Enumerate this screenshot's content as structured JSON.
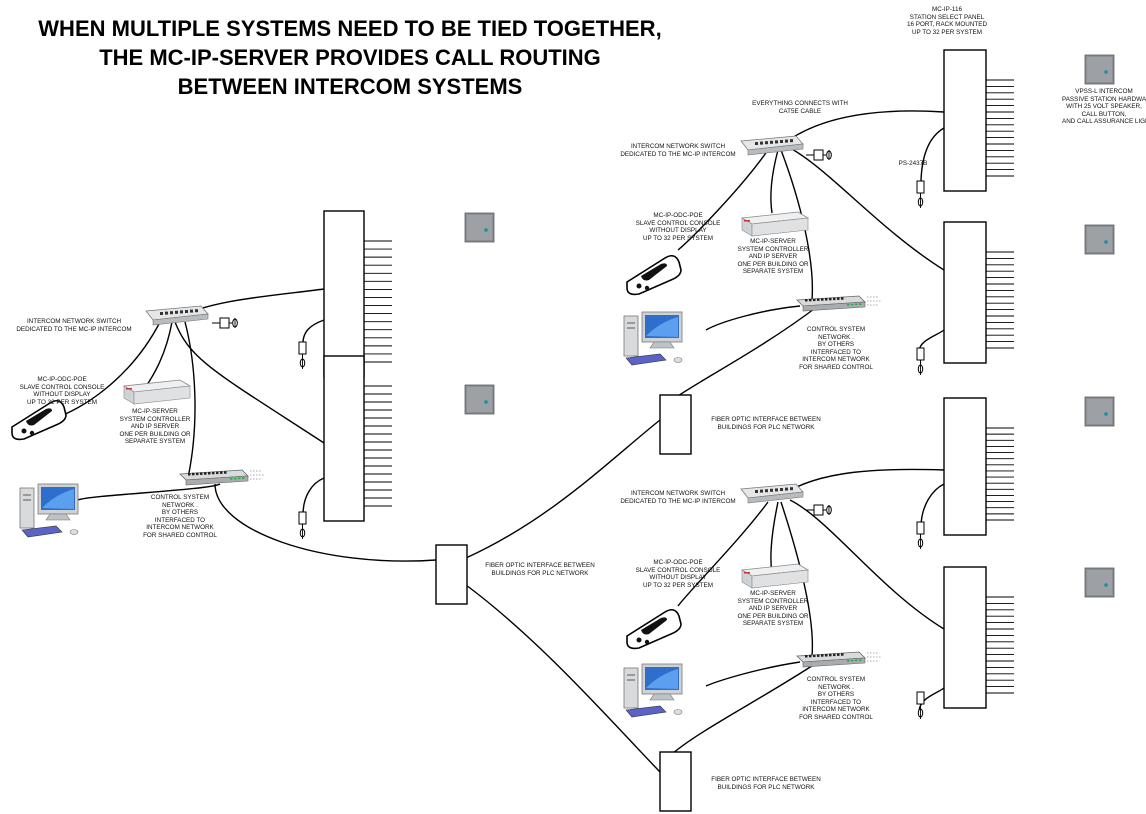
{
  "title_lines": [
    "WHEN MULTIPLE SYSTEMS NEED TO BE TIED TOGETHER,",
    "THE MC-IP-SERVER PROVIDES CALL ROUTING",
    "BETWEEN INTERCOM SYSTEMS"
  ],
  "annotations": {
    "panel": [
      "MC-IP-116",
      "STATION SELECT PANEL",
      "16 PORT, RACK MOUNTED",
      "",
      "UP TO 32 PER SYSTEM"
    ],
    "intercom": [
      "VPSS-L INTERCOM",
      "PASSIVE STATION HARDWARE",
      "WITH 25 VOLT SPEAKER,",
      "CALL BUTTON,",
      "AND CALL ASSURANCE LIGHT"
    ],
    "cable": [
      "EVERYTHING CONNECTS WITH",
      "CAT5E CABLE"
    ],
    "power_supply": [
      "PS-2437B"
    ]
  },
  "labels": {
    "switch": [
      "INTERCOM NETWORK SWITCH",
      "DEDICATED TO THE MC-IP INTERCOM"
    ],
    "console": [
      "MC-IP-ODC-POE",
      "SLAVE CONTROL CONSOLE",
      "WITHOUT DISPLAY",
      "UP TO 32 PER SYSTEM"
    ],
    "server": [
      "MC-IP-SERVER",
      "SYSTEM CONTROLLER",
      "AND IP SERVER",
      "ONE PER BUILDING OR",
      "SEPARATE SYSTEM"
    ],
    "control_network": [
      "CONTROL SYSTEM",
      "NETWORK .",
      "BY OTHERS",
      "INTERFACED TO",
      "INTERCOM NETWORK",
      "FOR SHARED CONTROL"
    ],
    "fiber": [
      "FIBER OPTIC INTERFACE BETWEEN",
      "BUILDINGS FOR PLC NETWORK"
    ]
  }
}
